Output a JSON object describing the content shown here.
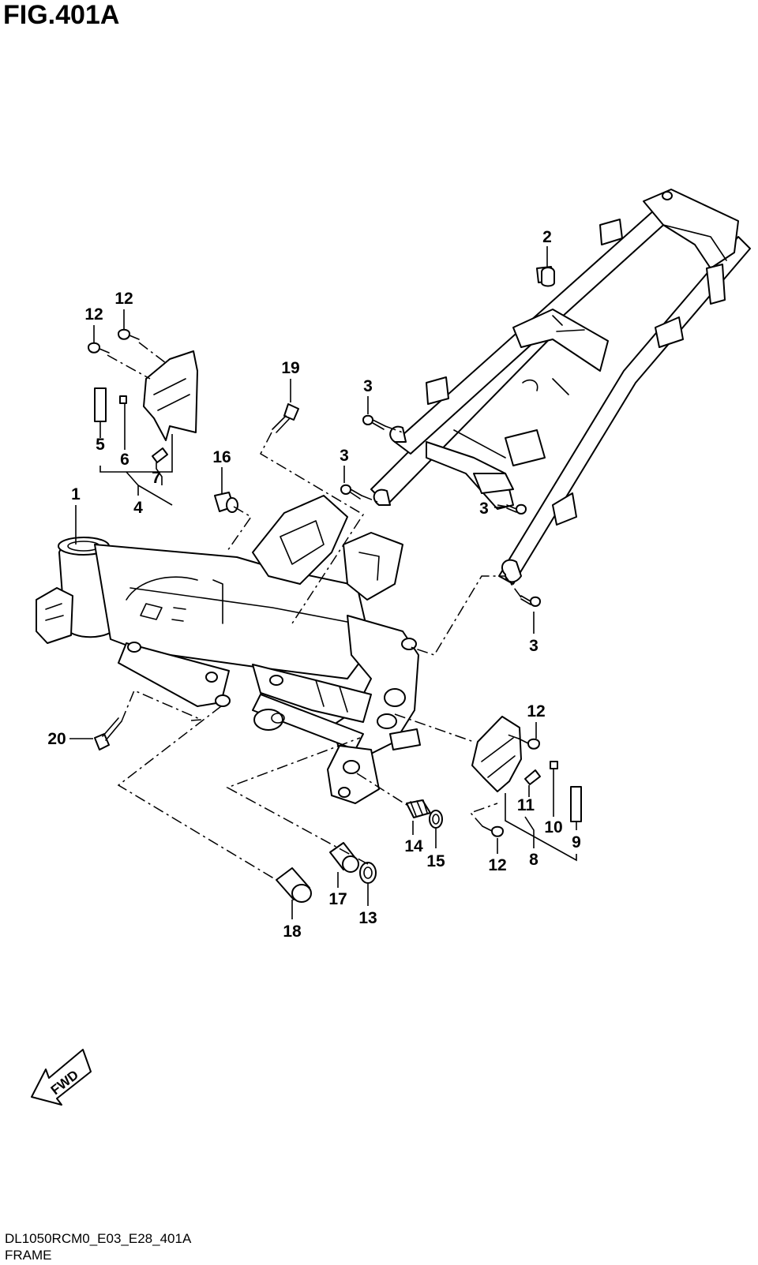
{
  "header": {
    "fig_label": "FIG.401A"
  },
  "footer": {
    "code": "DL1050RCM0_E03_E28_401A",
    "title": "FRAME"
  },
  "fwd_arrow": {
    "label": "FWD",
    "icon": "fwd-arrow-icon"
  },
  "callouts": {
    "c1": "1",
    "c2": "2",
    "c3a": "3",
    "c3b": "3",
    "c3c": "3",
    "c3d": "3",
    "c4": "4",
    "c5": "5",
    "c6": "6",
    "c7": "7",
    "c8": "8",
    "c9": "9",
    "c10": "10",
    "c11": "11",
    "c12a": "12",
    "c12b": "12",
    "c12c": "12",
    "c12d": "12",
    "c13": "13",
    "c14": "14",
    "c15": "15",
    "c16": "16",
    "c17": "17",
    "c18": "18",
    "c19": "19",
    "c20": "20"
  }
}
